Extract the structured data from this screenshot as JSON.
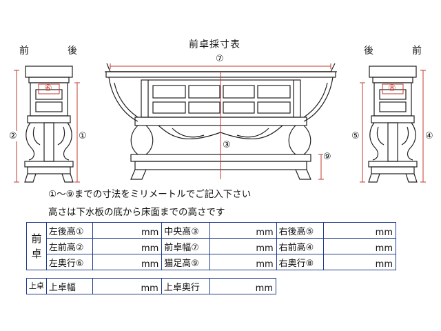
{
  "title": "前卓採寸表",
  "left_view": {
    "label_front": "前",
    "label_back": "後",
    "badge": "⑥",
    "dim_left": "②",
    "dim_right": "①"
  },
  "right_view": {
    "label_back": "後",
    "label_front": "前",
    "badge": "⑧",
    "dim_left": "⑤",
    "dim_right": "④"
  },
  "center_view": {
    "dim_top": "⑦",
    "dim_mid": "③",
    "dim_right": "⑨"
  },
  "notes": [
    "①～⑨までの寸法をミリメートルでご記入下さい",
    "高さは下水板の底から床面までの高さです"
  ],
  "form": {
    "group1_label_a": "前",
    "group1_label_b": "卓",
    "group2_label": "上卓",
    "unit": "mm",
    "rows": [
      [
        "左後高①",
        "中央高③",
        "右後高⑤"
      ],
      [
        "左前高②",
        "前卓幅⑦",
        "右前高④"
      ],
      [
        "左奥行⑥",
        "猫足高⑨",
        "右奥行⑧"
      ]
    ],
    "upper_row": [
      "上卓幅",
      "上卓奥行"
    ]
  },
  "colors": {
    "line": "#1f1f1f",
    "red": "#c0392b",
    "blue": "#1e3a8a"
  }
}
